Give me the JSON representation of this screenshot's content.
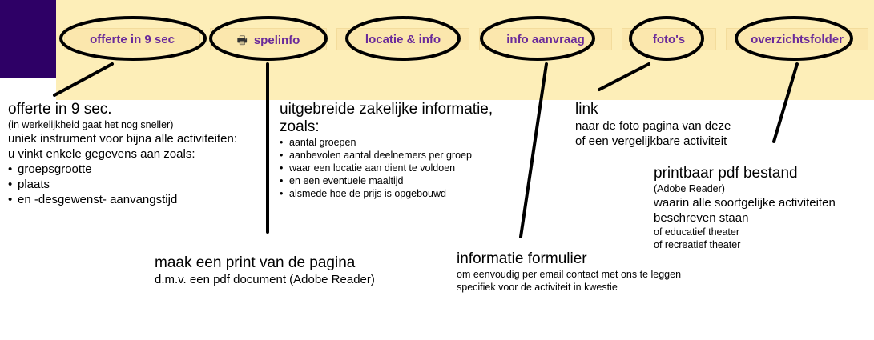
{
  "nav": {
    "tabs": [
      {
        "label": "offerte in 9 sec"
      },
      {
        "label": "spelinfo",
        "icon": "printer-icon"
      },
      {
        "label": "locatie & info"
      },
      {
        "label": "info aanvraag"
      },
      {
        "label": "foto's"
      },
      {
        "label": "overzichtsfolder"
      }
    ]
  },
  "colors": {
    "brand_purple": "#2e0066",
    "nav_background": "#fdeeb8",
    "tab_text": "#6a2a9a"
  },
  "annotations": {
    "offerte": {
      "title": "offerte in 9 sec.",
      "note": "(in werkelijkheid gaat het nog sneller)",
      "line1": "uniek instrument voor bijna alle activiteiten:",
      "line2": "u vinkt enkele gegevens aan zoals:",
      "items": [
        "groepsgrootte",
        "plaats",
        "en -desgewenst- aanvangstijd"
      ]
    },
    "spelinfo": {
      "title_line1": "uitgebreide zakelijke informatie,",
      "title_line2": "zoals:",
      "items": [
        "aantal groepen",
        "aanbevolen aantal deelnemers per groep",
        "waar een locatie aan dient te voldoen",
        "en een eventuele maaltijd",
        "alsmede hoe de prijs is opgebouwd"
      ]
    },
    "print": {
      "title": "maak een print van de pagina",
      "line1": "d.m.v. een pdf document (Adobe Reader)"
    },
    "info_aanvraag": {
      "title": "informatie formulier",
      "line1": "om eenvoudig per email contact met ons te leggen",
      "line2": "specifiek voor de activiteit in kwestie"
    },
    "fotos": {
      "title": "link",
      "line1": "naar de foto pagina van deze",
      "line2": "of een vergelijkbare activiteit"
    },
    "folder": {
      "title": "printbaar pdf bestand",
      "note": "(Adobe Reader)",
      "line1": "waarin alle soortgelijke activiteiten",
      "line2": "beschreven staan",
      "line3": "of educatief theater",
      "line4": "of recreatief theater"
    }
  }
}
